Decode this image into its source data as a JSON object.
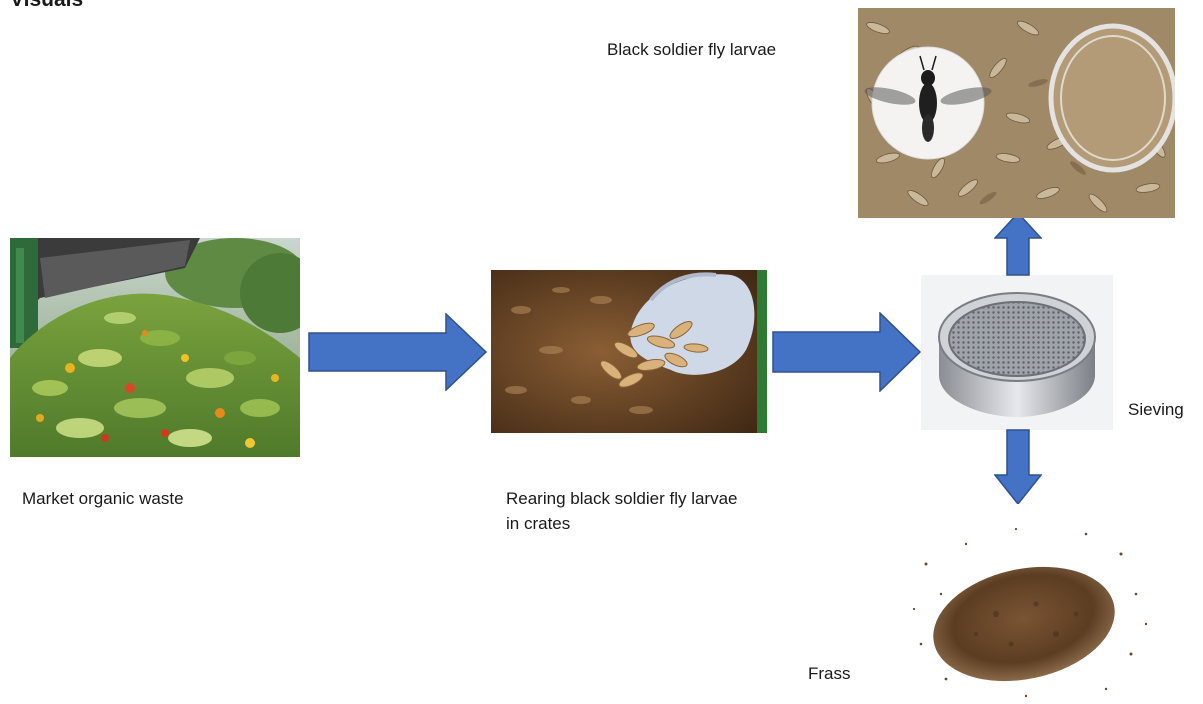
{
  "title": "Visuals",
  "labels": {
    "market_waste": "Market organic waste",
    "rearing": "Rearing black soldier fly larvae in crates",
    "larvae": "Black soldier fly larvae",
    "sieving": "Sieving",
    "frass": "Frass"
  },
  "colors": {
    "arrow_fill": "#4472C4",
    "arrow_stroke": "#2F528F"
  }
}
